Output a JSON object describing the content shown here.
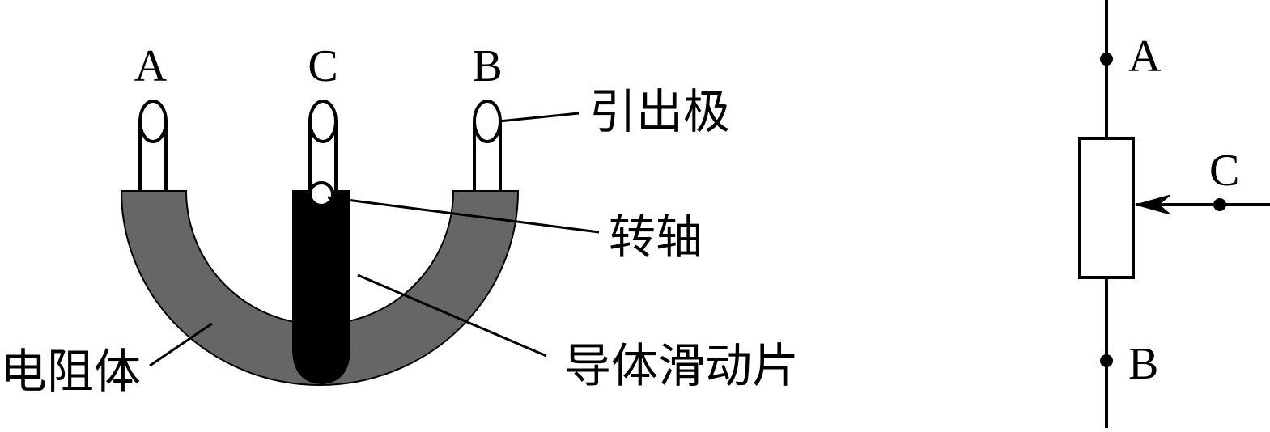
{
  "colors": {
    "background": "#ffffff",
    "resistor_body": "#666666",
    "slider": "#000000",
    "stroke": "#000000"
  },
  "potentiometer_structure": {
    "terminal_labels": {
      "a": "A",
      "c": "C",
      "b": "B"
    },
    "callouts": {
      "lead_electrode": "引出极",
      "rotating_shaft": "转轴",
      "conductor_slider": "导体滑动片",
      "resistor_body": "电阻体"
    }
  },
  "circuit_symbol": {
    "labels": {
      "a": "A",
      "c": "C",
      "b": "B"
    }
  }
}
